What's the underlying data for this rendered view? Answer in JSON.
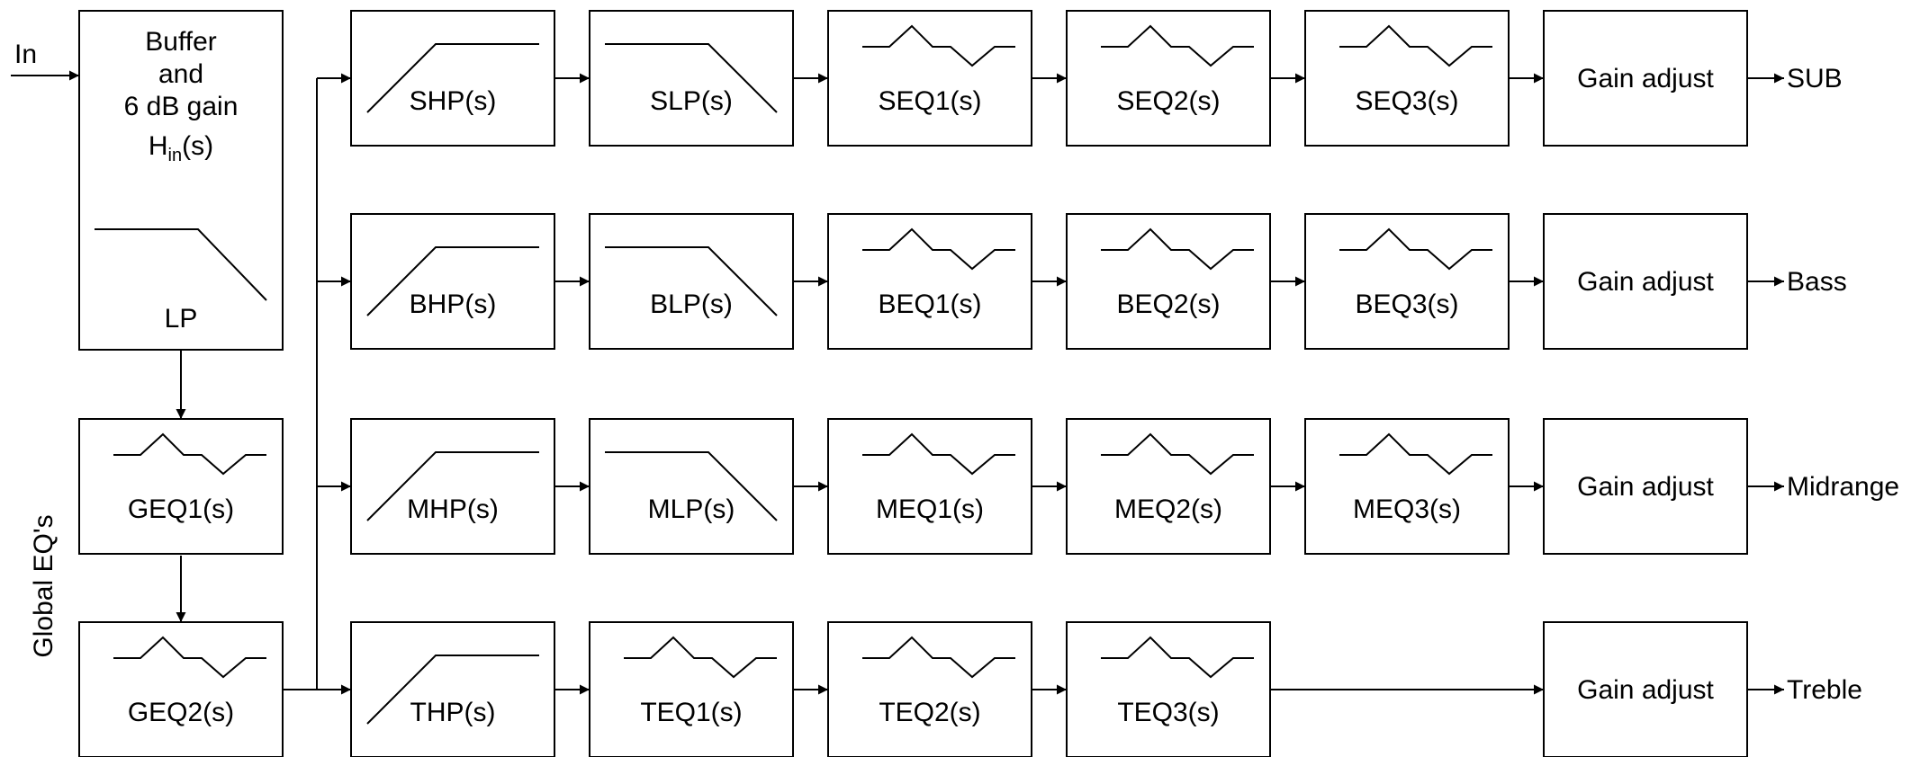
{
  "input": {
    "label": "In"
  },
  "input_stage": {
    "lines": [
      "Buffer",
      "and",
      "6 dB gain"
    ],
    "transfer_main": "H",
    "transfer_sub": "in",
    "transfer_suffix": "(s)",
    "filter_label": "LP",
    "filter_shape": "lowpass"
  },
  "global_eq": {
    "side_label": "Global EQ's",
    "blocks": [
      {
        "label": "GEQ1(s)",
        "shape": "eq"
      },
      {
        "label": "GEQ2(s)",
        "shape": "eq"
      }
    ]
  },
  "rows": [
    {
      "blocks": [
        {
          "label": "SHP(s)",
          "shape": "highpass"
        },
        {
          "label": "SLP(s)",
          "shape": "lowpass"
        },
        {
          "label": "SEQ1(s)",
          "shape": "eq"
        },
        {
          "label": "SEQ2(s)",
          "shape": "eq"
        },
        {
          "label": "SEQ3(s)",
          "shape": "eq"
        }
      ],
      "gain_label": "Gain adjust",
      "output_label": "SUB"
    },
    {
      "blocks": [
        {
          "label": "BHP(s)",
          "shape": "highpass"
        },
        {
          "label": "BLP(s)",
          "shape": "lowpass"
        },
        {
          "label": "BEQ1(s)",
          "shape": "eq"
        },
        {
          "label": "BEQ2(s)",
          "shape": "eq"
        },
        {
          "label": "BEQ3(s)",
          "shape": "eq"
        }
      ],
      "gain_label": "Gain adjust",
      "output_label": "Bass"
    },
    {
      "blocks": [
        {
          "label": "MHP(s)",
          "shape": "highpass"
        },
        {
          "label": "MLP(s)",
          "shape": "lowpass"
        },
        {
          "label": "MEQ1(s)",
          "shape": "eq"
        },
        {
          "label": "MEQ2(s)",
          "shape": "eq"
        },
        {
          "label": "MEQ3(s)",
          "shape": "eq"
        }
      ],
      "gain_label": "Gain adjust",
      "output_label": "Midrange"
    },
    {
      "blocks": [
        {
          "label": "THP(s)",
          "shape": "highpass"
        },
        {
          "label": "TEQ1(s)",
          "shape": "eq"
        },
        {
          "label": "TEQ2(s)",
          "shape": "eq"
        },
        {
          "label": "TEQ3(s)",
          "shape": "eq"
        }
      ],
      "gain_label": "Gain adjust",
      "output_label": "Treble"
    }
  ]
}
